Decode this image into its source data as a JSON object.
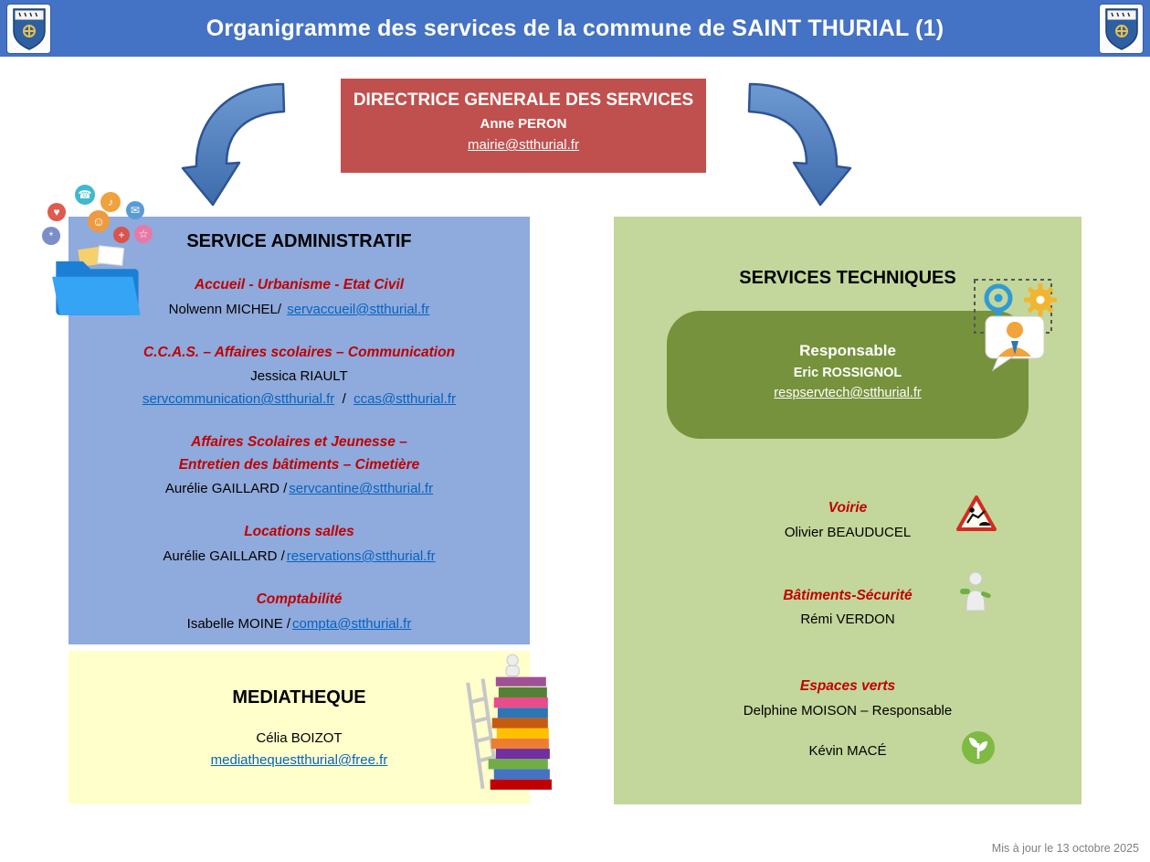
{
  "header": {
    "title": "Organigramme des services de la commune de SAINT THURIAL (1)"
  },
  "director": {
    "title": "DIRECTRICE GENERALE DES SERVICES",
    "name": "Anne PERON",
    "email": "mairie@stthurial.fr"
  },
  "admin": {
    "title": "SERVICE ADMINISTRATIF",
    "sections": [
      {
        "role": "Accueil - Urbanisme - Etat Civil",
        "contact": "Nolwenn MICHEL/ ",
        "email": "servaccueil@stthurial.fr"
      },
      {
        "role": "C.C.A.S. – Affaires scolaires – Communication",
        "name": "Jessica RIAULT",
        "email1": "servcommunication@stthurial.fr",
        "separator": "  /  ",
        "email2": "ccas@stthurial.fr"
      },
      {
        "role_line1": "Affaires Scolaires et Jeunesse –",
        "role_line2": "Entretien des bâtiments – Cimetière",
        "contact": "Aurélie GAILLARD /",
        "email": "servcantine@stthurial.fr"
      },
      {
        "role": "Locations salles",
        "contact": "Aurélie GAILLARD /",
        "email": "reservations@stthurial.fr"
      },
      {
        "role": "Comptabilité",
        "contact": "Isabelle MOINE /",
        "email": "compta@stthurial.fr"
      }
    ]
  },
  "mediatheque": {
    "title": "MEDIATHEQUE",
    "name": "Célia BOIZOT",
    "email": "mediathequestthurial@free.fr"
  },
  "tech": {
    "title": "SERVICES TECHNIQUES",
    "responsable": {
      "label": "Responsable",
      "name": "Eric ROSSIGNOL",
      "email": "respservtech@stthurial.fr"
    },
    "teams": [
      {
        "role": "Voirie",
        "name": "Olivier BEAUDUCEL"
      },
      {
        "role": "Bâtiments-Sécurité",
        "name": "Rémi VERDON"
      },
      {
        "role": "Espaces verts",
        "name": "Delphine MOISON – Responsable",
        "name2": "Kévin MACÉ"
      }
    ]
  },
  "footer": {
    "updated": "Mis à jour le 13 octobre 2025"
  },
  "icons": {
    "phone": "☎",
    "mail": "✉",
    "music": "♪",
    "heart": "♥",
    "person": "☺",
    "plus": "+",
    "star": "☆",
    "asterisk": "*"
  },
  "colors": {
    "header_blue": "#4472C4",
    "director_red": "#C0504D",
    "admin_blue": "#8FAADC",
    "mediatheque_yellow": "#FFFFCC",
    "tech_green_light": "#C3D69B",
    "tech_green_dark": "#76923C",
    "role_red": "#C00000",
    "link_blue": "#0563C1",
    "arrow_blue": "#4A7EBB"
  }
}
